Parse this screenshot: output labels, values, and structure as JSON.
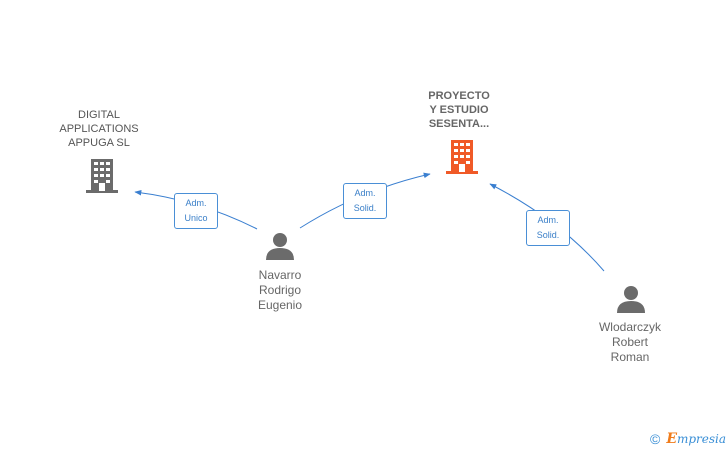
{
  "nodes": {
    "digital": {
      "label": "DIGITAL\nAPPLICATIONS\nAPPUGA SL",
      "type": "company"
    },
    "proyecto": {
      "label": "PROYECTO\nY ESTUDIO\nSESENTA...",
      "type": "company-focus"
    },
    "navarro": {
      "label": "Navarro\nRodrigo\nEugenio",
      "type": "person"
    },
    "wlodarczyk": {
      "label": "Wlodarczyk\nRobert\nRoman",
      "type": "person"
    }
  },
  "edges": [
    {
      "from": "navarro",
      "to": "digital",
      "role_line1": "Adm.",
      "role_line2": "Unico"
    },
    {
      "from": "navarro",
      "to": "proyecto",
      "role_line1": "Adm.",
      "role_line2": "Solid."
    },
    {
      "from": "wlodarczyk",
      "to": "proyecto",
      "role_line1": "Adm.",
      "role_line2": "Solid."
    }
  ],
  "colors": {
    "edge": "#3a7fd0",
    "company": "#6b6b6b",
    "company_focus": "#f05a28",
    "person": "#6b6b6b"
  },
  "footer": {
    "copyright": "©",
    "brand_initial": "E",
    "brand_rest": "mpresia"
  }
}
